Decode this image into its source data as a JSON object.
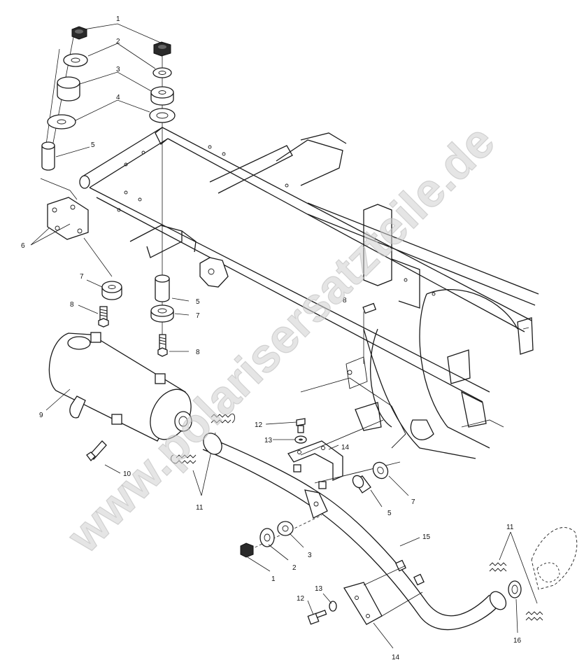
{
  "watermark": "www.polarisersatzteile.de",
  "callouts": {
    "c1a": "1",
    "c2a": "2",
    "c3a": "3",
    "c4a": "4",
    "c5a": "5",
    "c6": "6",
    "c7a": "7",
    "c8a": "8",
    "c5b": "5",
    "c7b": "7",
    "c8b": "8",
    "c8c": "8",
    "c9": "9",
    "c10": "10",
    "c11a": "11",
    "c12a": "12",
    "c13a": "13",
    "c14a": "14",
    "c5c": "5",
    "c7c": "7",
    "c15": "15",
    "c1b": "1",
    "c2b": "2",
    "c3b": "3",
    "c11b": "11",
    "c12b": "12",
    "c13b": "13",
    "c14b": "14",
    "c16": "16"
  }
}
